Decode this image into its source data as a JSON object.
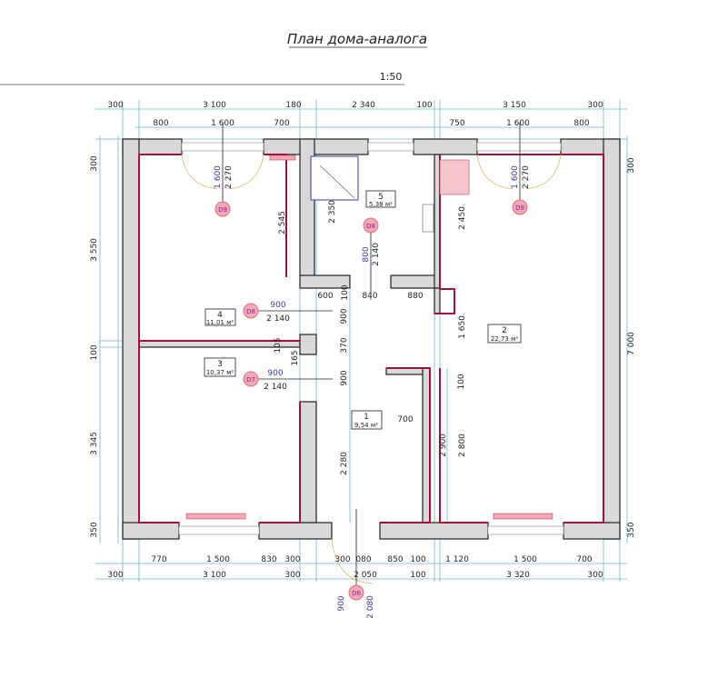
{
  "title": "План дома-аналога",
  "scale": "1:50",
  "rooms": [
    {
      "num": "1",
      "area": "9,54 м²"
    },
    {
      "num": "2",
      "area": "22,73 м²"
    },
    {
      "num": "3",
      "area": "10,37 м²"
    },
    {
      "num": "4",
      "area": "11,01 м²"
    },
    {
      "num": "5",
      "area": "5,38 м²"
    }
  ],
  "doors": {
    "d9a": "D9",
    "d9b": "D9",
    "d8a": "D8",
    "d8b": "D8",
    "d7": "D7",
    "d6": "D6"
  },
  "dims_top_outer": [
    "300",
    "3 100",
    "180",
    "2 340",
    "100",
    "3 150",
    "300"
  ],
  "dims_top_inner": [
    "800",
    "1 600",
    "700",
    "750",
    "1 600",
    "800"
  ],
  "dims_left": [
    "300",
    "3 550",
    "100",
    "3 345",
    "350"
  ],
  "dims_right": [
    "300",
    "7 000",
    "350"
  ],
  "dims_bottom_inner": [
    "770",
    "1 500",
    "830",
    "300",
    "300",
    "080",
    "850",
    "100",
    "1 120",
    "1 500",
    "700"
  ],
  "dims_bottom_outer": [
    "300",
    "3 100",
    "300",
    "2 050",
    "100",
    "3 320",
    "300"
  ],
  "dims_interior": [
    "2 545",
    "2 350",
    "800",
    "2 140",
    "600",
    "100",
    "840",
    "880",
    "900",
    "370",
    "900",
    "2 280",
    "165",
    "105",
    "1 650",
    "100",
    "2 900",
    "2 800",
    "2 450",
    "700",
    "900",
    "2 140",
    "900",
    "2 140",
    "1 600",
    "2 270",
    "1 600",
    "2 270",
    "900",
    "2 080"
  ]
}
